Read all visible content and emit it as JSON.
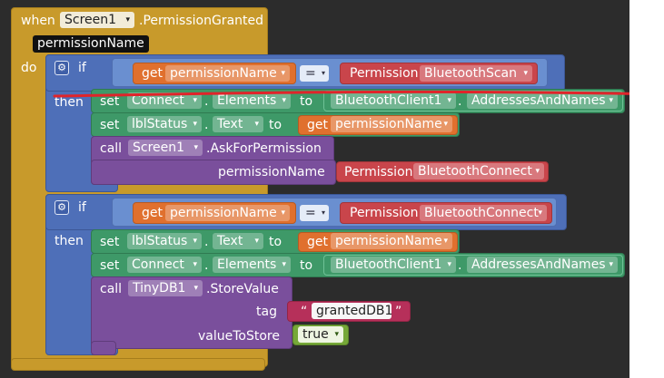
{
  "event": {
    "when": "when",
    "component": "Screen1",
    "event_name": ".PermissionGranted",
    "param": "permissionName",
    "do": "do"
  },
  "if1": {
    "if": "if",
    "then": "then",
    "get": "get",
    "var": "permissionName",
    "op": "=",
    "perm_label": "Permission",
    "perm_value": "BluetoothScan",
    "set1": {
      "set": "set",
      "component": "Connect",
      "prop": "Elements",
      "to": "to",
      "src": "BluetoothClient1",
      "src_prop": "AddressesAndNames"
    },
    "set2": {
      "set": "set",
      "component": "lblStatus",
      "prop": "Text",
      "to": "to",
      "get": "get",
      "var": "permissionName"
    },
    "call": {
      "call": "call",
      "component": "Screen1",
      "method": ".AskForPermission",
      "arg": "permissionName",
      "perm_label": "Permission",
      "perm_value": "BluetoothConnect"
    }
  },
  "if2": {
    "if": "if",
    "then": "then",
    "get": "get",
    "var": "permissionName",
    "op": "=",
    "perm_label": "Permission",
    "perm_value": "BluetoothConnect",
    "set1": {
      "set": "set",
      "component": "lblStatus",
      "prop": "Text",
      "to": "to",
      "get": "get",
      "var": "permissionName"
    },
    "set2": {
      "set": "set",
      "component": "Connect",
      "prop": "Elements",
      "to": "to",
      "src": "BluetoothClient1",
      "src_prop": "AddressesAndNames"
    },
    "call": {
      "call": "call",
      "component": "TinyDB1",
      "method": ".StoreValue",
      "tag_label": "tag",
      "tag_open": "“",
      "tag_value": "grantedDB1",
      "tag_close": "”",
      "value_label": "valueToStore",
      "value": "true"
    }
  },
  "icons": {
    "dropdown": "▾",
    "gear": "⚙"
  },
  "colors": {
    "event": "#c89a2b",
    "control": "#4e6fb8",
    "variable": "#e0702e",
    "logic": "#6a8fd0",
    "permission": "#c9454b",
    "setter": "#3e9968",
    "procedure": "#7a4f9c",
    "text": "#b6305a",
    "boolean": "#76a838",
    "annotation_line": "#e0242a"
  }
}
